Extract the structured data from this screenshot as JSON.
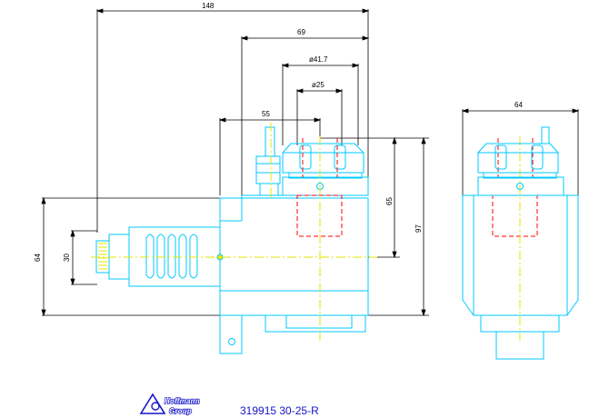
{
  "drawing": {
    "dimensions": {
      "overall_length": "148",
      "head_width": "69",
      "clamp_dia": "ø41.7",
      "bore_dia": "ø25",
      "spindle_offset": "55",
      "center_height": "65",
      "total_height": "97",
      "body_height": "64",
      "shank_dia": "30",
      "side_width": "64"
    },
    "part_number": "319915 30-25-R",
    "logo": {
      "line1": "Hoffmann",
      "line2": "Group"
    },
    "colors": {
      "outline": "#00c8ff",
      "dimension": "#000000",
      "centerline": "#e6e600",
      "hidden": "#ff0000",
      "brand": "#1414c8"
    }
  }
}
